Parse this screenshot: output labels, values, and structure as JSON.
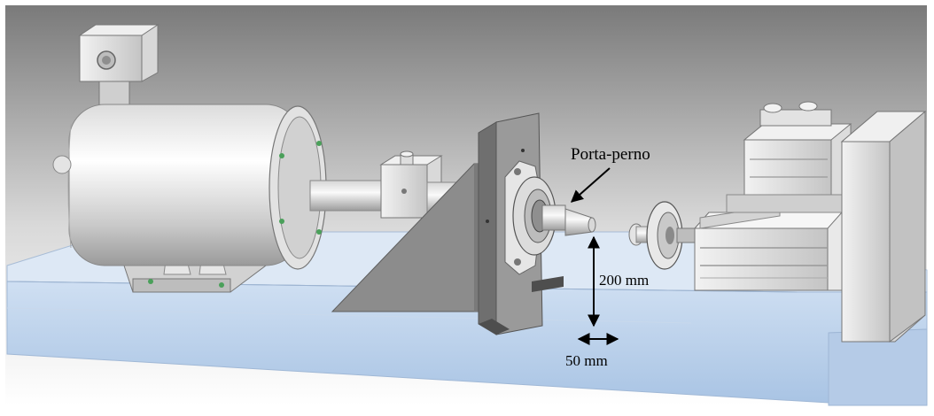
{
  "labels": {
    "pin_holder": "Porta-perno",
    "vertical_distance": "200 mm",
    "horizontal_distance": "50 mm"
  },
  "colors": {
    "background_top": "#7d7d7d",
    "background_bottom": "#ffffff",
    "base_plate": "#bcd3ec",
    "metal_light": "#ececec",
    "metal_mid": "#bdbdbd",
    "metal_dark": "#8f8f8f",
    "support_plate": "#8a8a8a",
    "annotation": "#000000"
  },
  "icons": {
    "motor": "electric-motor-icon",
    "coupling": "shaft-coupling-icon",
    "bearing": "flange-bearing-icon",
    "pin_holder": "pin-holder-icon",
    "disc": "disc-sample-icon",
    "slide": "linear-slide-icon",
    "clamp": "clamp-block-icon"
  }
}
